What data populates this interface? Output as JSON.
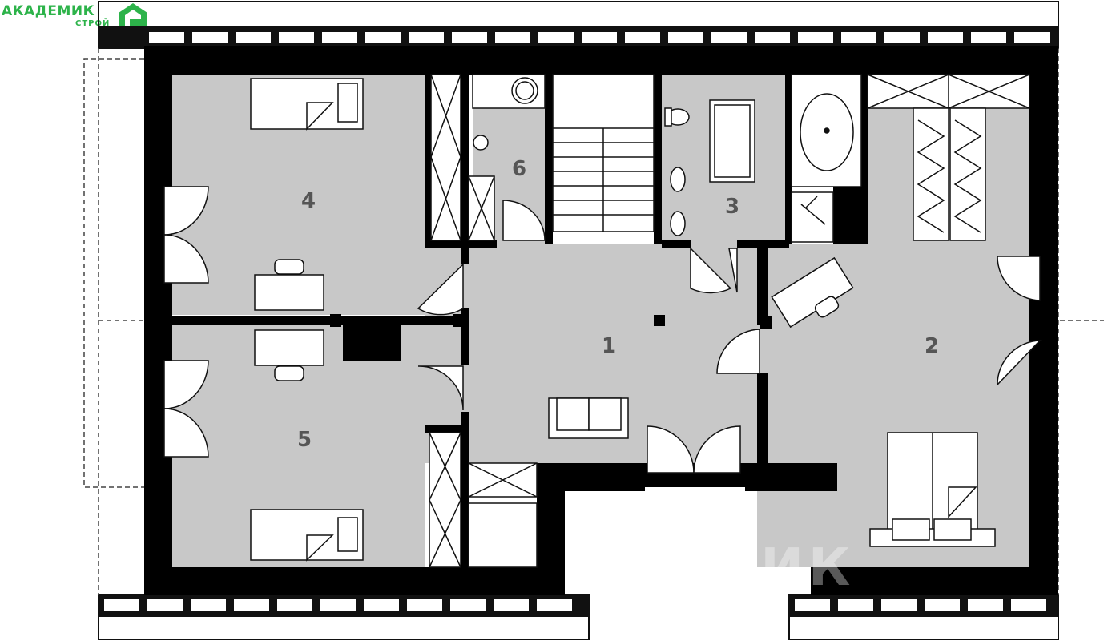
{
  "brand": {
    "name": "АКАДЕМИК",
    "sub": "СТРОЙ",
    "color": "#2db34a",
    "icon": "house-logo-icon"
  },
  "watermark": "ЕМИК",
  "rooms": [
    {
      "number": "1",
      "id": "hall"
    },
    {
      "number": "2",
      "id": "bedroom-2"
    },
    {
      "number": "3",
      "id": "bathroom"
    },
    {
      "number": "4",
      "id": "bedroom-4"
    },
    {
      "number": "5",
      "id": "bedroom-5"
    },
    {
      "number": "6",
      "id": "laundry"
    }
  ],
  "colors": {
    "wall": "#000000",
    "floor": "#c8c8c8",
    "outline": "#111111",
    "background": "#ffffff"
  }
}
